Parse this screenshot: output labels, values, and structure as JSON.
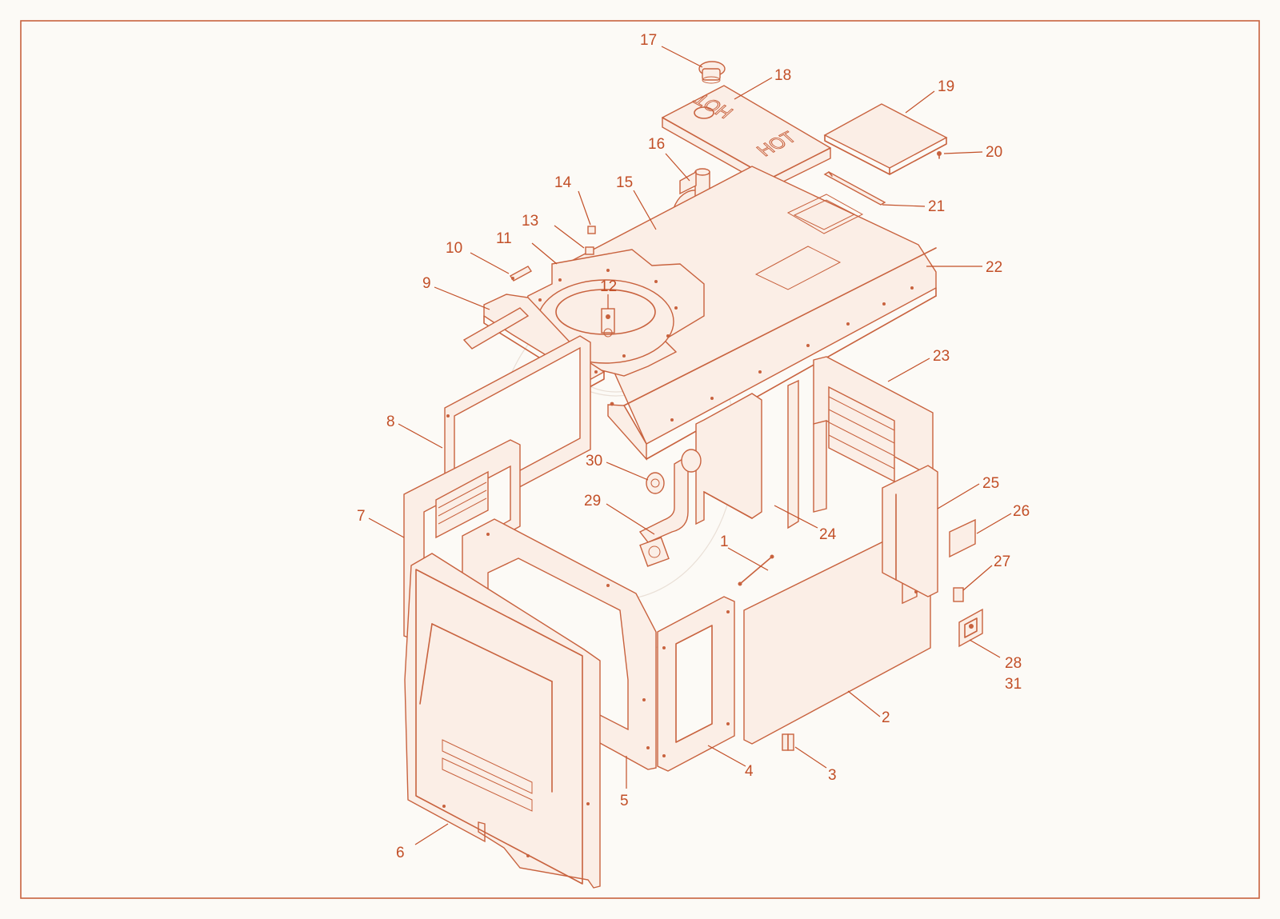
{
  "colors": {
    "line": "#c8623e",
    "text": "#c24f27",
    "background": "#fcfaf6",
    "frame": "#c8623e"
  },
  "stamped_text": {
    "muffler_guard_top": "HOT",
    "muffler_guard_bottom": "HOT"
  },
  "callouts": [
    {
      "id": "17",
      "label": "17"
    },
    {
      "id": "18",
      "label": "18"
    },
    {
      "id": "19",
      "label": "19"
    },
    {
      "id": "20",
      "label": "20"
    },
    {
      "id": "16",
      "label": "16"
    },
    {
      "id": "21",
      "label": "21"
    },
    {
      "id": "14",
      "label": "14"
    },
    {
      "id": "15",
      "label": "15"
    },
    {
      "id": "13",
      "label": "13"
    },
    {
      "id": "22",
      "label": "22"
    },
    {
      "id": "10",
      "label": "10"
    },
    {
      "id": "11",
      "label": "11"
    },
    {
      "id": "12",
      "label": "12"
    },
    {
      "id": "9",
      "label": "9"
    },
    {
      "id": "23",
      "label": "23"
    },
    {
      "id": "8",
      "label": "8"
    },
    {
      "id": "30",
      "label": "30"
    },
    {
      "id": "25",
      "label": "25"
    },
    {
      "id": "26",
      "label": "26"
    },
    {
      "id": "29",
      "label": "29"
    },
    {
      "id": "7",
      "label": "7"
    },
    {
      "id": "24",
      "label": "24"
    },
    {
      "id": "1",
      "label": "1"
    },
    {
      "id": "27",
      "label": "27"
    },
    {
      "id": "28",
      "label": "28"
    },
    {
      "id": "31",
      "label": "31"
    },
    {
      "id": "2",
      "label": "2"
    },
    {
      "id": "4",
      "label": "4"
    },
    {
      "id": "3",
      "label": "3"
    },
    {
      "id": "5",
      "label": "5"
    },
    {
      "id": "6",
      "label": "6"
    }
  ]
}
